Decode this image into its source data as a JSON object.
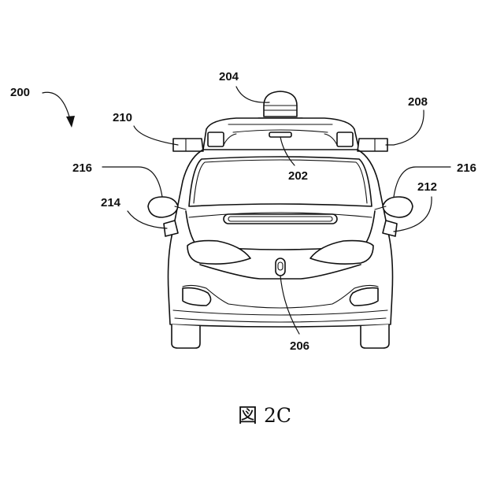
{
  "figure": {
    "caption": "図 2C",
    "reference_numerals": {
      "vehicle": "200",
      "roof_sensor": "204",
      "side_sensor_right": "208",
      "side_sensor_left": "210",
      "windshield_sensor": "202",
      "mirror_left": "216",
      "mirror_right": "216",
      "light_left": "214",
      "light_right": "212",
      "front_sensor": "206"
    }
  }
}
